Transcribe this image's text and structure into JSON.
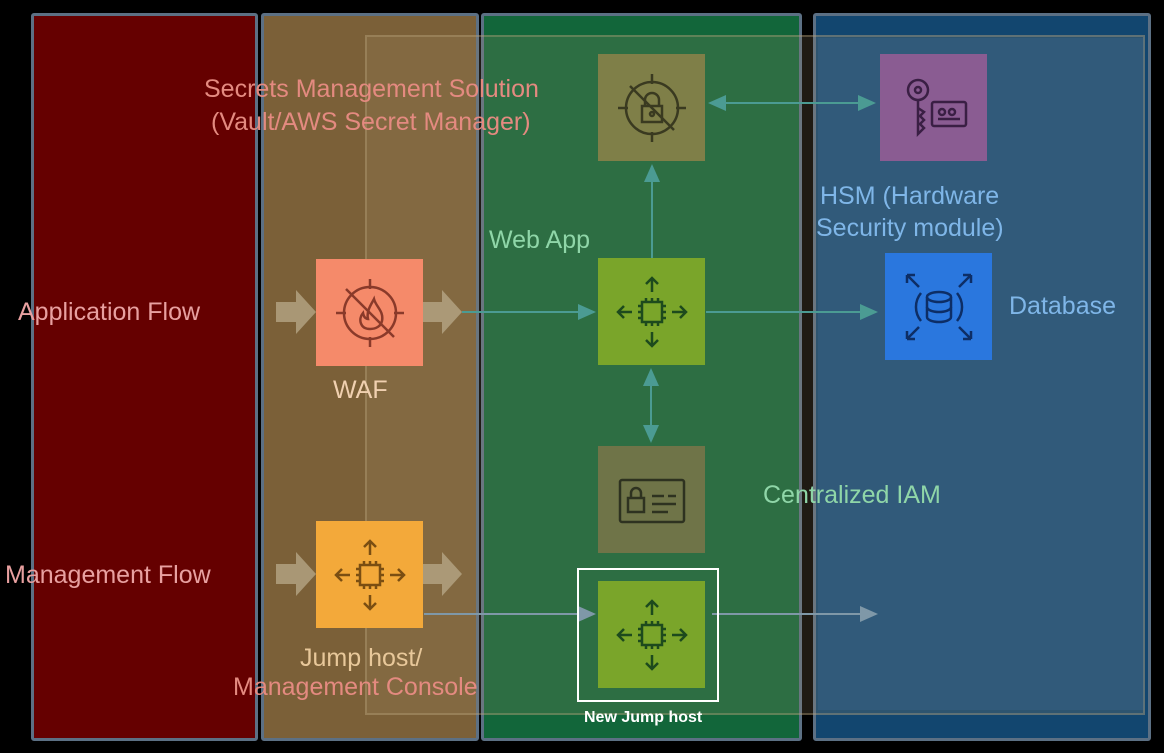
{
  "labels": {
    "application_flow": "Application Flow",
    "management_flow": "Management Flow",
    "secrets_line1": "Secrets Management Solution",
    "secrets_line2": "(Vault/AWS Secret Manager)",
    "waf": "WAF",
    "web_app": "Web App",
    "hsm_line1": "HSM (Hardware",
    "hsm_line2": "Security module)",
    "database": "Database",
    "centralized_iam": "Centralized IAM",
    "jump_host_line1": "Jump host/",
    "jump_host_line2": "Management Console",
    "new_jump_host": "New Jump host"
  },
  "colors": {
    "zone_red": "#650000",
    "zone_tan": "#7b6038",
    "zone_green": "#12663a",
    "zone_blue": "#12466f",
    "waf_tile": "#f58a6a",
    "jump_tile": "#f3a93a",
    "compute_tile": "#7aa52a",
    "secrets_tile": "#7f7f48",
    "iam_tile": "#6f7448",
    "hsm_tile": "#8a5c92",
    "db_tile": "#2a77de",
    "connector": "#4b9b93"
  },
  "icons": {
    "waf": "firewall-icon",
    "web_app": "compute-chip-icon",
    "jump_host": "compute-chip-icon",
    "new_jump_host": "compute-chip-icon",
    "secrets": "lock-target-icon",
    "iam": "id-card-lock-icon",
    "hsm": "key-card-icon",
    "database": "database-icon"
  }
}
